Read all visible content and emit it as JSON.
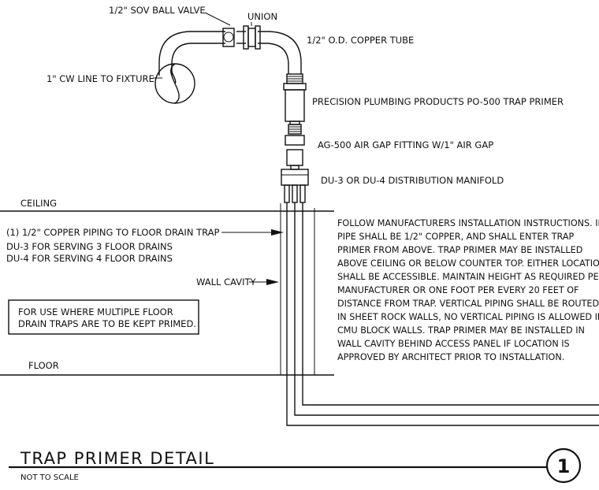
{
  "labels": {
    "ball_valve": "1/2\" SOV BALL VALVE",
    "union": "UNION",
    "copper_tube": "1/2\" O.D. COPPER TUBE",
    "cw_line": "1\" CW LINE TO FIXTURE",
    "trap_primer": "PRECISION PLUMBING PRODUCTS PO-500 TRAP PRIMER",
    "air_gap": "AG-500 AIR GAP FITTING W/1\" AIR GAP",
    "manifold": "DU-3 OR DU-4 DISTRIBUTION MANIFOLD",
    "ceiling": "CEILING",
    "floor": "FLOOR",
    "copper_piping": "(1)  1/2\" COPPER PIPING TO FLOOR DRAIN TRAP",
    "du3": "DU-3 FOR SERVING 3 FLOOR DRAINS",
    "du4": "DU-4 FOR SERVING 4 FLOOR DRAINS",
    "wall_cavity": "WALL CAVITY"
  },
  "box_note": [
    "FOR USE WHERE MULTIPLE FLOOR",
    "DRAIN TRAPS ARE TO BE KEPT PRIMED."
  ],
  "install_notes": [
    "FOLLOW MANUFACTURERS INSTALLATION INSTRUCTIONS. INLET",
    "PIPE SHALL BE 1/2\" COPPER, AND SHALL ENTER TRAP",
    "PRIMER FROM ABOVE. TRAP PRIMER MAY BE INSTALLED",
    "ABOVE CEILING OR BELOW COUNTER TOP. EITHER LOCATION",
    "SHALL BE ACCESSIBLE. MAINTAIN HEIGHT AS REQUIRED PER",
    "MANUFACTURER OR ONE FOOT PER EVERY 20 FEET OF",
    "DISTANCE FROM TRAP. VERTICAL PIPING SHALL BE ROUTED",
    "IN SHEET ROCK WALLS, NO VERTICAL PIPING IS ALLOWED IN",
    "CMU BLOCK WALLS. TRAP PRIMER MAY BE INSTALLED IN",
    "WALL  CAVITY BEHIND ACCESS PANEL IF LOCATION IS",
    "APPROVED BY ARCHITECT PRIOR TO INSTALLATION."
  ],
  "title_block": {
    "title": "TRAP PRIMER DETAIL",
    "subtitle": "NOT TO SCALE",
    "detail_number": "1"
  }
}
